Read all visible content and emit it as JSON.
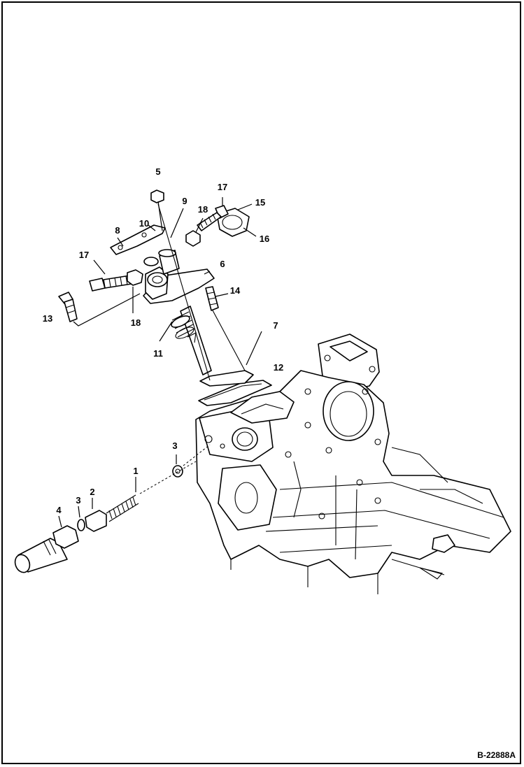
{
  "figure": {
    "reference_code": "B-22888A"
  },
  "callouts": [
    "1",
    "2",
    "3",
    "3",
    "4",
    "5",
    "7",
    "8",
    "9",
    "10",
    "11",
    "13",
    "14",
    "15",
    "16",
    "17",
    "17",
    "18",
    "18"
  ]
}
